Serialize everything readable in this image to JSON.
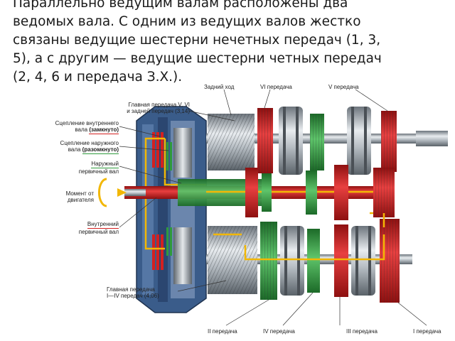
{
  "paragraph": {
    "lines": [
      "Параллельно ведущим валам расположены два",
      "ведомых вала. С одним из ведущих валов жестко",
      "связаны ведущие шестерни нечетных передач (1, 3,",
      "5), а с другим — ведущие шестерни четных передач",
      "(2, 4, 6 и передача З.Х.)."
    ]
  },
  "labels": {
    "reverse": "Задний ход",
    "gear6": "VI передача",
    "gear5": "V передача",
    "final_drive_top_1": "Главная передача V, VI",
    "final_drive_top_2": "и задней передач (3,14)",
    "inner_clutch_1": "Сцепление внутреннего",
    "inner_clutch_2": "вала",
    "inner_clutch_state": "(замкнуто)",
    "outer_clutch_1": "Сцепление наружного",
    "outer_clutch_2": "вала",
    "outer_clutch_state": "(разомкнуто)",
    "outer_shaft_1": "Наружный",
    "outer_shaft_2": "первичный вал",
    "engine_torque_1": "Момент от",
    "engine_torque_2": "двигателя",
    "inner_shaft_1": "Внутренний",
    "inner_shaft_2": "первичный вал",
    "final_drive_bottom_1": "Главная передача",
    "final_drive_bottom_2": "I—IV передач (4,06)",
    "gear2": "II передача",
    "gear4": "IV передача",
    "gear3": "III передача",
    "gear1": "I передача"
  },
  "colors": {
    "red": "#d42020",
    "green": "#2f9a3c",
    "yellow": "#f2b705",
    "steel": "#9aa2aa",
    "blue": "#3a5c8a"
  }
}
